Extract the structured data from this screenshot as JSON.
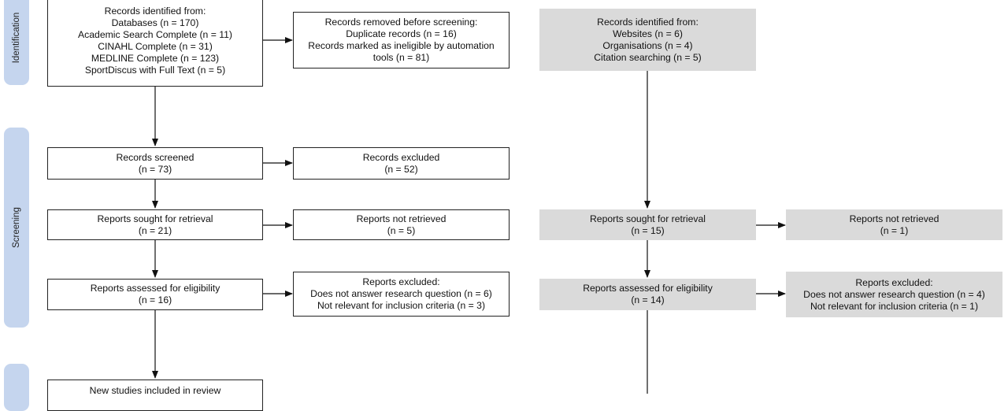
{
  "phases": {
    "identification": "Identification",
    "screening": "Screening"
  },
  "boxes": {
    "db_identified": {
      "title": "Records identified from:",
      "lines": [
        "Databases (n = 170)",
        "Academic Search Complete (n = 11)",
        "CINAHL Complete (n = 31)",
        "MEDLINE Complete (n = 123)",
        "SportDiscus with Full Text (n = 5)"
      ]
    },
    "removed_before": {
      "title": "Records removed before screening:",
      "lines": [
        "Duplicate records (n = 16)",
        "Records marked as ineligible by automation",
        "tools (n = 81)"
      ]
    },
    "other_identified": {
      "title": "Records identified from:",
      "lines": [
        "Websites (n = 6)",
        "Organisations (n = 4)",
        "Citation searching (n = 5)"
      ]
    },
    "screened": {
      "title": "Records screened",
      "lines": [
        "(n = 73)"
      ]
    },
    "excluded": {
      "title": "Records excluded",
      "lines": [
        "(n = 52)"
      ]
    },
    "sought_db": {
      "title": "Reports sought for retrieval",
      "lines": [
        "(n = 21)"
      ]
    },
    "not_retrieved_db": {
      "title": "Reports not retrieved",
      "lines": [
        "(n = 5)"
      ]
    },
    "sought_other": {
      "title": "Reports sought for retrieval",
      "lines": [
        "(n = 15)"
      ]
    },
    "not_retrieved_other": {
      "title": "Reports not retrieved",
      "lines": [
        "(n = 1)"
      ]
    },
    "assessed_db": {
      "title": "Reports assessed for eligibility",
      "lines": [
        "(n = 16)"
      ]
    },
    "reports_excluded_db": {
      "title": "Reports excluded:",
      "lines": [
        "Does not answer research question (n = 6)",
        "Not relevant for inclusion criteria (n = 3)"
      ]
    },
    "assessed_other": {
      "title": "Reports assessed for eligibility",
      "lines": [
        "(n = 14)"
      ]
    },
    "reports_excluded_other": {
      "title": "Reports excluded:",
      "lines": [
        "Does not answer research question (n = 4)",
        "Not relevant for inclusion criteria (n = 1)"
      ]
    },
    "included": {
      "title": "New studies included in review",
      "lines": []
    }
  },
  "colors": {
    "phase_band": "#c5d5ee",
    "grey_box": "#dadada",
    "line": "#111111"
  }
}
